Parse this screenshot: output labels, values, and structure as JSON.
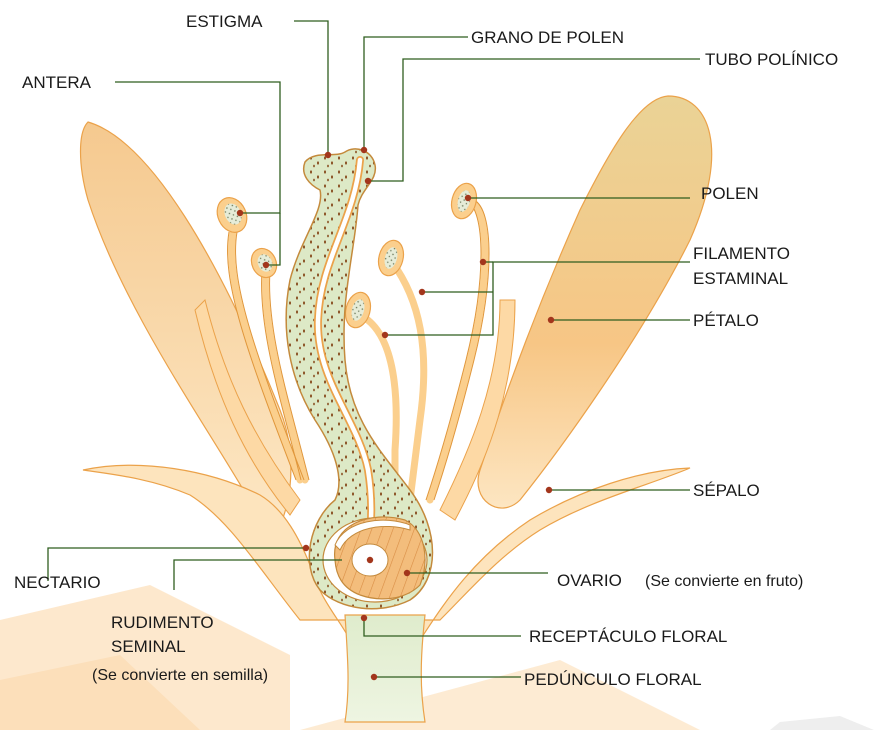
{
  "labels": {
    "estigma": "ESTIGMA",
    "grano_de_polen": "GRANO DE POLEN",
    "tubo_polinico": "TUBO POLÍNICO",
    "antera": "ANTERA",
    "polen": "POLEN",
    "filamento_1": "FILAMENTO",
    "filamento_2": "ESTAMINAL",
    "petalo": "PÉTALO",
    "sepalo": "SÉPALO",
    "nectario": "NECTARIO",
    "ovario": "OVARIO",
    "ovario_note": "(Se convierte en fruto)",
    "rudimento_1": "RUDIMENTO",
    "rudimento_2": "SEMINAL",
    "rudimento_note": "(Se convierte en semilla)",
    "receptaculo": "RECEPTÁCULO FLORAL",
    "pedunculo": "PEDÚNCULO FLORAL"
  },
  "colors": {
    "petal_fill": "#f6c98a",
    "petal_light": "#fde7c4",
    "petal_stroke": "#eba24a",
    "pistil_fill": "#dde9c6",
    "pistil_stroke": "#c48a3c",
    "ovule_fill": "#f3bd7c",
    "leader_line": "#2f5e1f",
    "pointer_dot": "#a3361c",
    "background_shape": "#fde6c8"
  }
}
